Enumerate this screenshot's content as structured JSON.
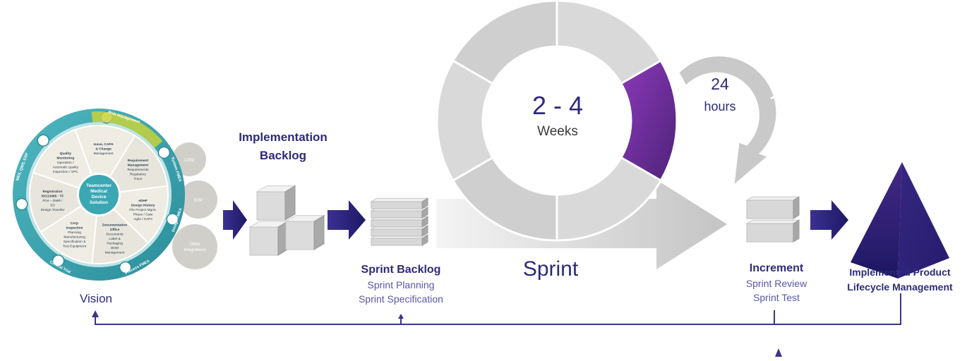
{
  "colors": {
    "accent": "#2e2a7a",
    "accent_light": "#5b56a6",
    "purple_segment": "#6a2a9a",
    "grey_ring": "#d4d4d4",
    "teal_wheel": "#3aa7b3"
  },
  "vision": {
    "label": "Vision",
    "wheel_center": [
      "Teamcenter",
      "Medical",
      "Device",
      "Solution"
    ],
    "ring_labels": [
      "Risk management",
      "System FMEA",
      "Design FMEA",
      "Process FMEA",
      "Clinical Trial",
      "MES, QMS, ERP"
    ],
    "segments": [
      [
        "Issue, CAPA",
        "& Change",
        "Management"
      ],
      [
        "Requirement",
        "Management",
        "Requirements",
        "Regulatory",
        "Trace"
      ],
      [
        "eDHF",
        "Design History",
        "File Project Mgmt.",
        "Phase / Gate",
        "Agile / SAFe"
      ],
      [
        "Documentation",
        "Office",
        "Documents",
        "Label &",
        "Packaging",
        "BOM",
        "Management"
      ],
      [
        "CAQ-",
        "Inspection",
        "Planning",
        "Manufacturing",
        "Specification &",
        "Test Equipment"
      ],
      [
        "Registration",
        "ISO13485 · TF",
        "FDA – DMR /",
        "SD",
        "Design Transfer"
      ],
      [
        "Quality",
        "Monitoring",
        "Operation /",
        "Automatic quality",
        "Inspection / SPC"
      ]
    ],
    "satellites": [
      "CRM",
      "ERP",
      "Other",
      "Integrations"
    ]
  },
  "implementation_backlog": {
    "title_line1": "Implementation",
    "title_line2": "Backlog"
  },
  "sprint_backlog": {
    "title": "Sprint Backlog",
    "sub1": "Sprint Planning",
    "sub2": "Sprint Specification"
  },
  "sprint": {
    "label": "Sprint",
    "duration_value": "2 - 4",
    "duration_unit": "Weeks",
    "daily_value": "24",
    "daily_unit": "hours"
  },
  "increment": {
    "title": "Increment",
    "sub1": "Sprint Review",
    "sub2": "Sprint Test"
  },
  "implemented": {
    "line1": "Implemented Product",
    "line2": "Lifecycle Management"
  }
}
